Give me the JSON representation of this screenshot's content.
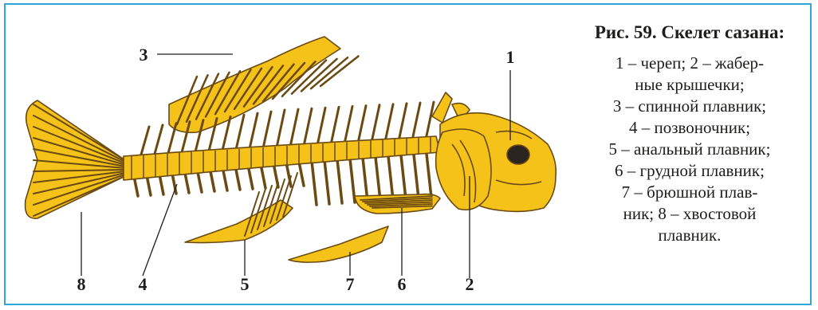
{
  "figure": {
    "caption_title": "Рис. 59. Скелет сазана:",
    "caption_lines": [
      "1 – череп; 2 – жабер-",
      "ные крышечки;",
      "3 – спинной плавник;",
      "4 – позвоночник;",
      "5 – анальный плавник;",
      "6 – грудной плавник;",
      "7 – брюшной плав-",
      "ник; 8 – хвостовой",
      "плавник."
    ],
    "labels": {
      "n1": "1",
      "n2": "2",
      "n3": "3",
      "n4": "4",
      "n5": "5",
      "n6": "6",
      "n7": "7",
      "n8": "8"
    }
  },
  "colors": {
    "bone": "#f5c21a",
    "bone_stroke": "#6b4a12",
    "frame": "#2fa6dc",
    "text": "#1d1d1b"
  }
}
